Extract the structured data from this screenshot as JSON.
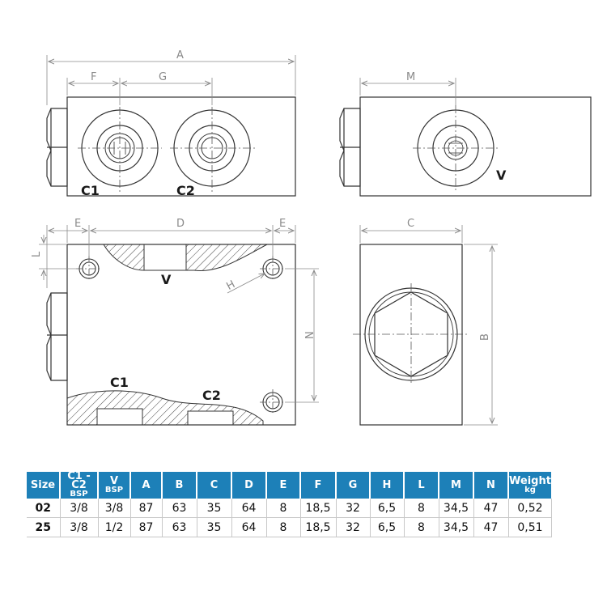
{
  "labels": {
    "dim_A": "A",
    "dim_F": "F",
    "dim_G": "G",
    "dim_M": "M",
    "dim_E_left": "E",
    "dim_D": "D",
    "dim_E_right": "E",
    "dim_C": "C",
    "dim_L": "L",
    "dim_H": "H",
    "dim_N": "N",
    "dim_B": "B",
    "port_C1_top": "C1",
    "port_C2_top": "C2",
    "port_V_side": "V",
    "port_V_front": "V",
    "port_C1_front": "C1",
    "port_C2_front": "C2"
  },
  "table": {
    "headers": [
      {
        "main": "Size",
        "sub": ""
      },
      {
        "main": "C1 - C2",
        "sub": "BSP"
      },
      {
        "main": "V",
        "sub": "BSP"
      },
      {
        "main": "A",
        "sub": ""
      },
      {
        "main": "B",
        "sub": ""
      },
      {
        "main": "C",
        "sub": ""
      },
      {
        "main": "D",
        "sub": ""
      },
      {
        "main": "E",
        "sub": ""
      },
      {
        "main": "F",
        "sub": ""
      },
      {
        "main": "G",
        "sub": ""
      },
      {
        "main": "H",
        "sub": ""
      },
      {
        "main": "L",
        "sub": ""
      },
      {
        "main": "M",
        "sub": ""
      },
      {
        "main": "N",
        "sub": ""
      },
      {
        "main": "Weight",
        "sub": "kg"
      }
    ],
    "rows": [
      [
        "02",
        "3/8",
        "3/8",
        "87",
        "63",
        "35",
        "64",
        "8",
        "18,5",
        "32",
        "6,5",
        "8",
        "34,5",
        "47",
        "0,52"
      ],
      [
        "25",
        "3/8",
        "1/2",
        "87",
        "63",
        "35",
        "64",
        "8",
        "18,5",
        "32",
        "6,5",
        "8",
        "34,5",
        "47",
        "0,51"
      ]
    ]
  },
  "colors": {
    "header_bg": "#1d80b8",
    "line": "#333333",
    "dim": "#8a8a8a"
  }
}
